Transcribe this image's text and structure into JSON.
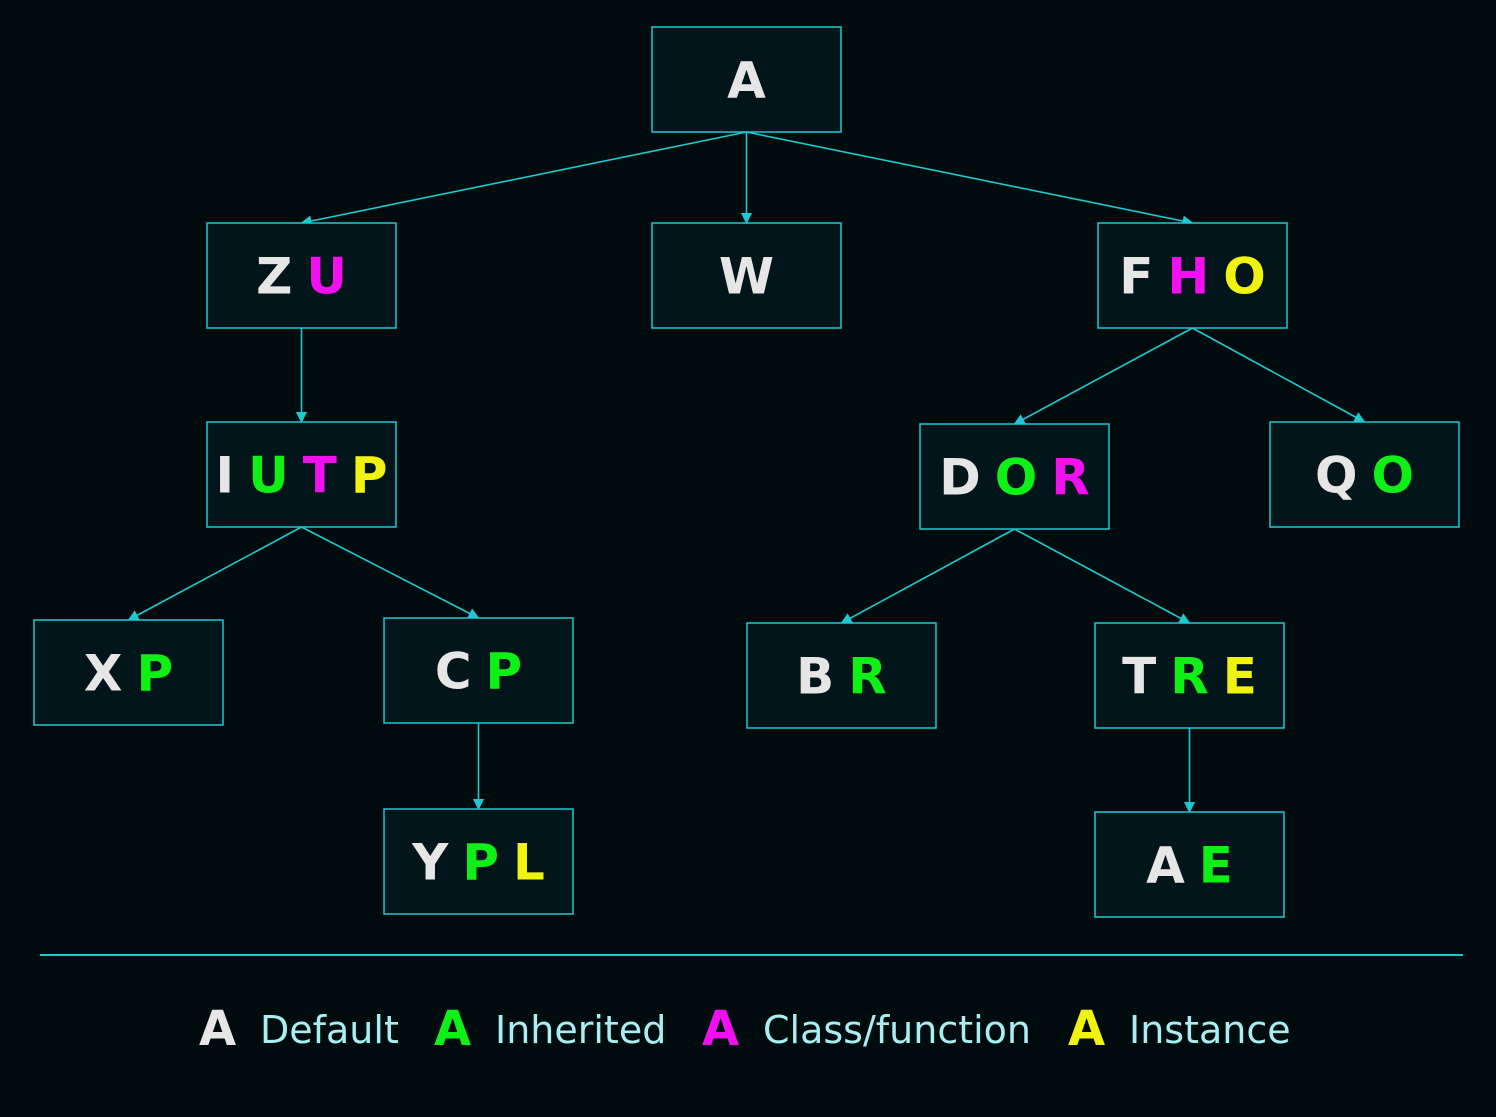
{
  "colors": {
    "background": "#000b0d",
    "edge": "#1ec8d2",
    "box_fill": "#02151a",
    "default": "#e6e6e6",
    "inherited": "#0ff017",
    "class_function": "#f20ff0",
    "instance": "#f2f20f",
    "legend_text": "#a8eef2"
  },
  "nodes": [
    {
      "id": "n1",
      "tokens": [
        {
          "text": "A",
          "kind": "default"
        }
      ]
    },
    {
      "id": "n2",
      "tokens": [
        {
          "text": "Z",
          "kind": "default"
        },
        {
          "text": "U",
          "kind": "class_function"
        }
      ]
    },
    {
      "id": "n3",
      "tokens": [
        {
          "text": "W",
          "kind": "default"
        }
      ]
    },
    {
      "id": "n4",
      "tokens": [
        {
          "text": "F",
          "kind": "default"
        },
        {
          "text": "H",
          "kind": "class_function"
        },
        {
          "text": "O",
          "kind": "instance"
        }
      ]
    },
    {
      "id": "n5",
      "tokens": [
        {
          "text": "I",
          "kind": "default"
        },
        {
          "text": "U",
          "kind": "inherited"
        },
        {
          "text": "T",
          "kind": "class_function"
        },
        {
          "text": "P",
          "kind": "instance"
        }
      ]
    },
    {
      "id": "n6",
      "tokens": [
        {
          "text": "D",
          "kind": "default"
        },
        {
          "text": "O",
          "kind": "inherited"
        },
        {
          "text": "R",
          "kind": "class_function"
        }
      ]
    },
    {
      "id": "n7",
      "tokens": [
        {
          "text": "Q",
          "kind": "default"
        },
        {
          "text": "O",
          "kind": "inherited"
        }
      ]
    },
    {
      "id": "n8",
      "tokens": [
        {
          "text": "X",
          "kind": "default"
        },
        {
          "text": "P",
          "kind": "inherited"
        }
      ]
    },
    {
      "id": "n9",
      "tokens": [
        {
          "text": "C",
          "kind": "default"
        },
        {
          "text": "P",
          "kind": "inherited"
        }
      ]
    },
    {
      "id": "n10",
      "tokens": [
        {
          "text": "B",
          "kind": "default"
        },
        {
          "text": "R",
          "kind": "inherited"
        }
      ]
    },
    {
      "id": "n11",
      "tokens": [
        {
          "text": "T",
          "kind": "default"
        },
        {
          "text": "R",
          "kind": "inherited"
        },
        {
          "text": "E",
          "kind": "instance"
        }
      ]
    },
    {
      "id": "n12",
      "tokens": [
        {
          "text": "Y",
          "kind": "default"
        },
        {
          "text": "P",
          "kind": "inherited"
        },
        {
          "text": "L",
          "kind": "instance"
        }
      ]
    },
    {
      "id": "n13",
      "tokens": [
        {
          "text": "A",
          "kind": "default"
        },
        {
          "text": "E",
          "kind": "inherited"
        }
      ]
    }
  ],
  "edges": [
    {
      "from": "n1",
      "to": "n2"
    },
    {
      "from": "n1",
      "to": "n3"
    },
    {
      "from": "n1",
      "to": "n4"
    },
    {
      "from": "n2",
      "to": "n5"
    },
    {
      "from": "n4",
      "to": "n6"
    },
    {
      "from": "n4",
      "to": "n7"
    },
    {
      "from": "n5",
      "to": "n8"
    },
    {
      "from": "n5",
      "to": "n9"
    },
    {
      "from": "n6",
      "to": "n10"
    },
    {
      "from": "n6",
      "to": "n11"
    },
    {
      "from": "n9",
      "to": "n12"
    },
    {
      "from": "n11",
      "to": "n13"
    }
  ],
  "legend": [
    {
      "swatch": "A",
      "label": "Default",
      "kind": "default"
    },
    {
      "swatch": "A",
      "label": "Inherited",
      "kind": "inherited"
    },
    {
      "swatch": "A",
      "label": "Class/function",
      "kind": "class_function"
    },
    {
      "swatch": "A",
      "label": "Instance",
      "kind": "instance"
    }
  ]
}
